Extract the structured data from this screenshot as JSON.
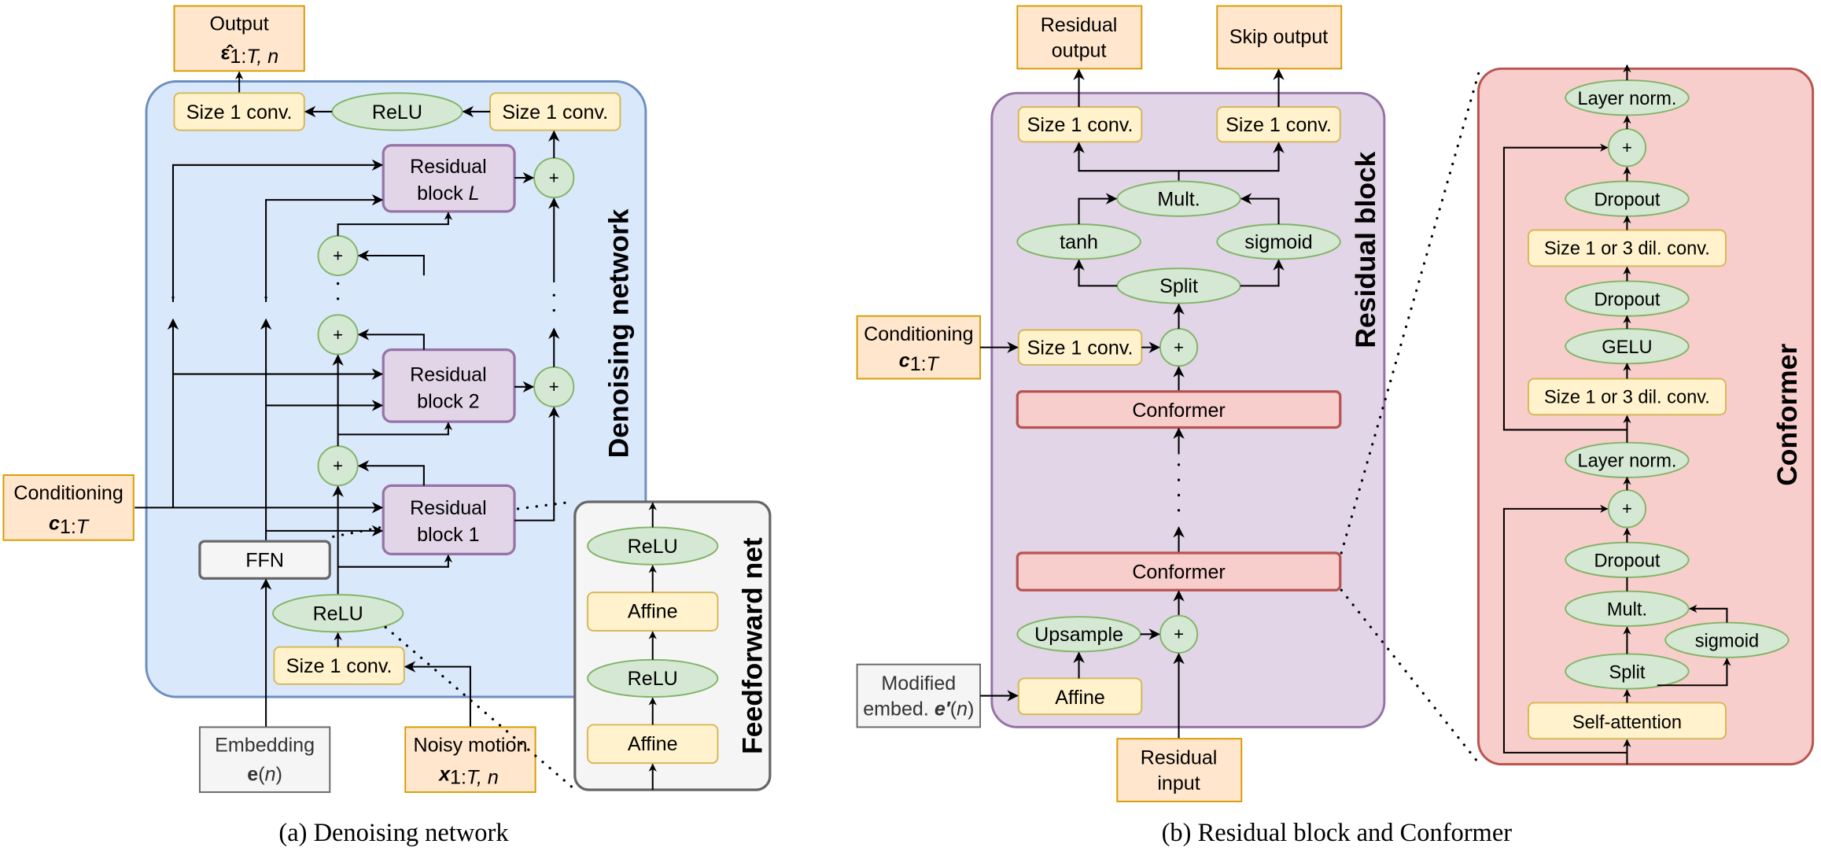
{
  "colors": {
    "io_fill": "#ffe6cc",
    "io_stroke": "#d79b00",
    "conv_fill": "#fff2cc",
    "conv_stroke": "#d6b656",
    "activation_fill": "#d5e8d4",
    "activation_stroke": "#82b366",
    "residual_fill": "#e1d5e7",
    "residual_stroke": "#9673a6",
    "denoising_panel_fill": "#dae8fc",
    "denoising_panel_stroke": "#6c8ebf",
    "conformer_fill": "#f8cecc",
    "conformer_stroke": "#b85450",
    "neutral_fill": "#f5f5f5",
    "neutral_stroke": "#666666"
  },
  "panel_a": {
    "caption": "(a) Denoising network",
    "panel_title": "Denoising network",
    "output": {
      "line1": "Output",
      "symbol": "ε̂",
      "sub": "1:",
      "sub_italic": "T, n"
    },
    "top_conv_left": "Size 1 conv.",
    "top_relu": "ReLU",
    "top_conv_right": "Size 1 conv.",
    "res_block_L": {
      "line1": "Residual",
      "line2": "block ",
      "line2_italic": "L"
    },
    "res_block_2": {
      "line1": "Residual",
      "line2": "block 2"
    },
    "res_block_1": {
      "line1": "Residual",
      "line2": "block 1"
    },
    "plus": "+",
    "conditioning": {
      "line1": "Conditioning",
      "symbol": "c",
      "sub": "1:",
      "sub_italic": "T"
    },
    "ffn": "FFN",
    "relu_bottom": "ReLU",
    "conv_bottom": "Size 1 conv.",
    "embedding": {
      "line1": "Embedding",
      "symbol": "e",
      "arg": "(",
      "arg_italic": "n",
      "arg_close": ")"
    },
    "noisy_motion": {
      "line1": "Noisy motion",
      "symbol": "x",
      "sub": "1:",
      "sub_italic": "T, n"
    },
    "feedforward": {
      "title": "Feedforward net",
      "layers": [
        "ReLU",
        "Affine",
        "ReLU",
        "Affine"
      ]
    }
  },
  "panel_b": {
    "caption": "(b) Residual block and Conformer",
    "residual_block": {
      "title": "Residual block",
      "residual_output": {
        "line1": "Residual",
        "line2": "output"
      },
      "skip_output": "Skip output",
      "conv_left": "Size 1 conv.",
      "conv_right": "Size 1 conv.",
      "mult": "Mult.",
      "tanh": "tanh",
      "sigmoid": "sigmoid",
      "split": "Split",
      "conditioning": {
        "line1": "Conditioning",
        "symbol": "c",
        "sub": "1:",
        "sub_italic": "T"
      },
      "cond_conv": "Size 1 conv.",
      "plus": "+",
      "conformer_top": "Conformer",
      "conformer_bottom": "Conformer",
      "upsample": "Upsample",
      "affine": "Affine",
      "modified_embed": {
        "line1": "Modified",
        "line2": "embed. ",
        "symbol": "e′",
        "arg": "(",
        "arg_italic": "n",
        "arg_close": ")"
      },
      "residual_input": {
        "line1": "Residual",
        "line2": "input"
      }
    },
    "conformer": {
      "title": "Conformer",
      "layers_top_to_bottom": [
        "Layer norm.",
        "+",
        "Dropout",
        "Size 1 or 3 dil. conv.",
        "Dropout",
        "GELU",
        "Size 1 or 3 dil. conv.",
        "Layer norm.",
        "+",
        "Dropout",
        "Mult.",
        "sigmoid",
        "Split",
        "Self-attention"
      ]
    }
  }
}
